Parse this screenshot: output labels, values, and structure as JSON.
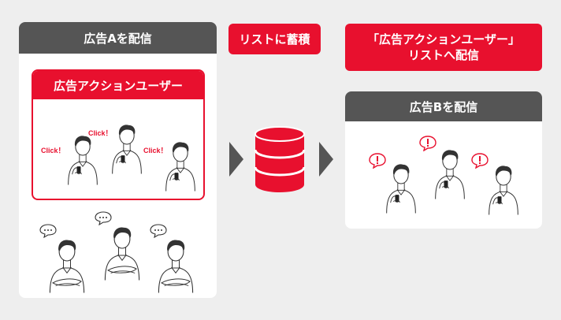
{
  "campaign_a": {
    "title": "広告Aを配信",
    "action_users_label": "広告アクションユーザー",
    "click_label": "Click！"
  },
  "store": {
    "label": "リストに蓄積"
  },
  "delivery": {
    "list_label_line1": "「広告アクションユーザー」",
    "list_label_line2": "リストへ配信"
  },
  "campaign_b": {
    "title": "広告Bを配信"
  },
  "colors": {
    "accent": "#e8102e",
    "header": "#555555",
    "background": "#eeeeee"
  }
}
